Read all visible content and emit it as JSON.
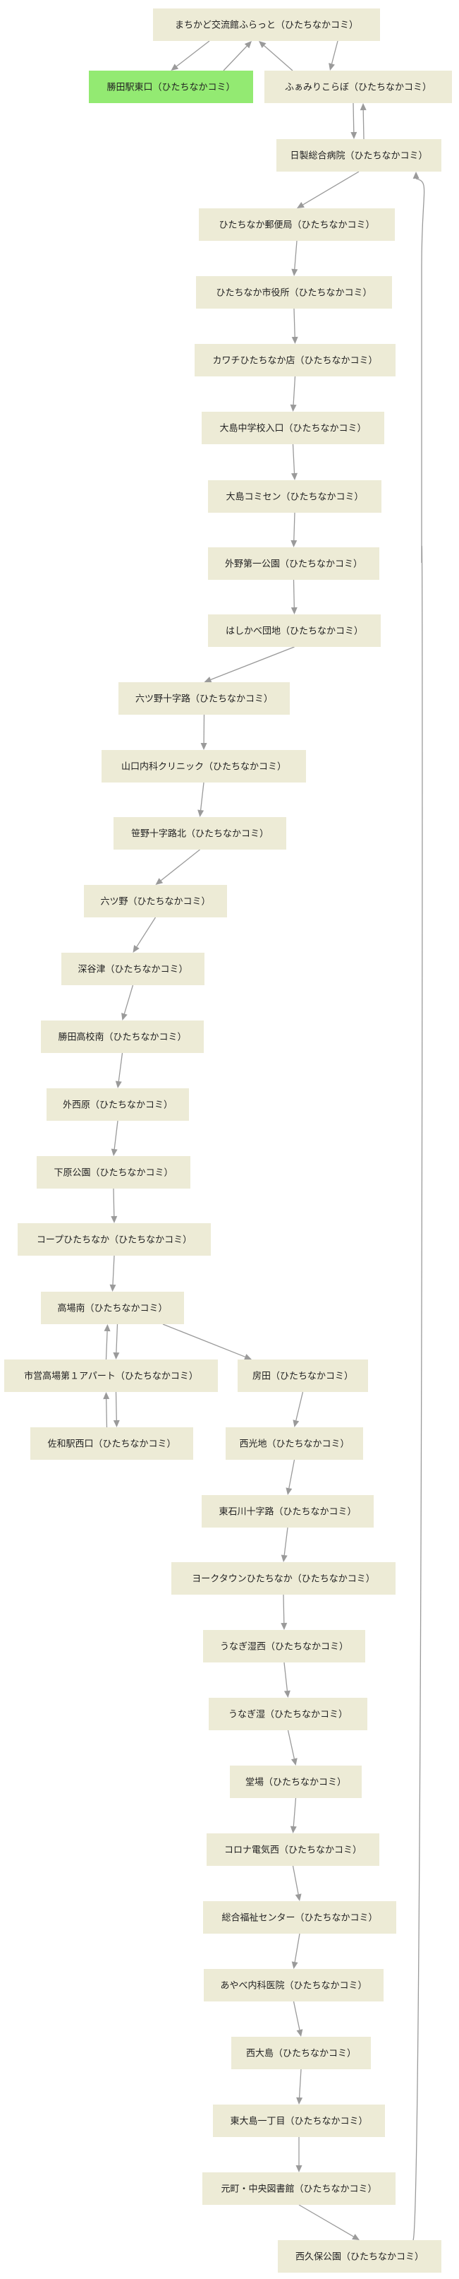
{
  "stops": [
    {
      "id": "machikado",
      "label": "まちかど交流館ふらっと（ひたちなかコミ）"
    },
    {
      "id": "katsuta-east",
      "label": "勝田駅東口（ひたちなかコミ）",
      "highlight": true
    },
    {
      "id": "fureai",
      "label": "ふぁみりこらぼ（ひたちなかコミ）"
    },
    {
      "id": "hitachi-hospital",
      "label": "日製総合病院（ひたちなかコミ）"
    },
    {
      "id": "post-office",
      "label": "ひたちなか郵便局（ひたちなかコミ）"
    },
    {
      "id": "city-hall",
      "label": "ひたちなか市役所（ひたちなかコミ）"
    },
    {
      "id": "kawachi",
      "label": "カワチひたちなか店（ひたちなかコミ）"
    },
    {
      "id": "oshima-jhs",
      "label": "大島中学校入口（ひたちなかコミ）"
    },
    {
      "id": "oshima-comm",
      "label": "大島コミセン（ひたちなかコミ）"
    },
    {
      "id": "sotono-park",
      "label": "外野第一公園（ひたちなかコミ）"
    },
    {
      "id": "hashikabe",
      "label": "はしかべ団地（ひたちなかコミ）"
    },
    {
      "id": "mutsuno-cross",
      "label": "六ツ野十字路（ひたちなかコミ）"
    },
    {
      "id": "yamaguchi",
      "label": "山口内科クリニック（ひたちなかコミ）"
    },
    {
      "id": "sasano-north",
      "label": "笹野十字路北（ひたちなかコミ）"
    },
    {
      "id": "mutsuno",
      "label": "六ツ野（ひたちなかコミ）"
    },
    {
      "id": "fukayatsu",
      "label": "深谷津（ひたちなかコミ）"
    },
    {
      "id": "katsuta-hs-south",
      "label": "勝田高校南（ひたちなかコミ）"
    },
    {
      "id": "sotonishihara",
      "label": "外西原（ひたちなかコミ）"
    },
    {
      "id": "shimohara-park",
      "label": "下原公園（ひたちなかコミ）"
    },
    {
      "id": "coop",
      "label": "コープひたちなか（ひたちなかコミ）"
    },
    {
      "id": "takaba-south",
      "label": "高場南（ひたちなかコミ）"
    },
    {
      "id": "takaba-apt",
      "label": "市営高場第１アパート（ひたちなかコミ）"
    },
    {
      "id": "sawa-west",
      "label": "佐和駅西口（ひたちなかコミ）"
    },
    {
      "id": "tsukuda",
      "label": "房田（ひたちなかコミ）"
    },
    {
      "id": "saikochi",
      "label": "西光地（ひたちなかコミ）"
    },
    {
      "id": "higashi-ishikawa",
      "label": "東石川十字路（ひたちなかコミ）"
    },
    {
      "id": "yorktown",
      "label": "ヨークタウンひたちなか（ひたちなかコミ）"
    },
    {
      "id": "unagibori-west",
      "label": "うなぎ湿西（ひたちなかコミ）"
    },
    {
      "id": "unagibori",
      "label": "うなぎ湿（ひたちなかコミ）"
    },
    {
      "id": "dofu",
      "label": "堂場（ひたちなかコミ）"
    },
    {
      "id": "corona-west",
      "label": "コロナ電気西（ひたちなかコミ）"
    },
    {
      "id": "welfare-center",
      "label": "総合福祉センター（ひたちなかコミ）"
    },
    {
      "id": "ayabe",
      "label": "あやべ内科医院（ひたちなかコミ）"
    },
    {
      "id": "nishi-oshima",
      "label": "西大島（ひたちなかコミ）"
    },
    {
      "id": "higashi-oshima1",
      "label": "東大島一丁目（ひたちなかコミ）"
    },
    {
      "id": "library",
      "label": "元町・中央図書館（ひたちなかコミ）"
    },
    {
      "id": "nishikubo-park",
      "label": "西久保公園（ひたちなかコミ）"
    }
  ],
  "edges": [
    [
      "machikado",
      "katsuta-east"
    ],
    [
      "katsuta-east",
      "machikado"
    ],
    [
      "machikado",
      "fureai"
    ],
    [
      "fureai",
      "machikado"
    ],
    [
      "fureai",
      "hitachi-hospital"
    ],
    [
      "hitachi-hospital",
      "fureai"
    ],
    [
      "hitachi-hospital",
      "post-office"
    ],
    [
      "post-office",
      "city-hall"
    ],
    [
      "city-hall",
      "kawachi"
    ],
    [
      "kawachi",
      "oshima-jhs"
    ],
    [
      "oshima-jhs",
      "oshima-comm"
    ],
    [
      "oshima-comm",
      "sotono-park"
    ],
    [
      "sotono-park",
      "hashikabe"
    ],
    [
      "hashikabe",
      "mutsuno-cross"
    ],
    [
      "mutsuno-cross",
      "yamaguchi"
    ],
    [
      "yamaguchi",
      "sasano-north"
    ],
    [
      "sasano-north",
      "mutsuno"
    ],
    [
      "mutsuno",
      "fukayatsu"
    ],
    [
      "fukayatsu",
      "katsuta-hs-south"
    ],
    [
      "katsuta-hs-south",
      "sotonishihara"
    ],
    [
      "sotonishihara",
      "shimohara-park"
    ],
    [
      "shimohara-park",
      "coop"
    ],
    [
      "coop",
      "takaba-south"
    ],
    [
      "takaba-south",
      "takaba-apt"
    ],
    [
      "takaba-apt",
      "takaba-south"
    ],
    [
      "takaba-apt",
      "sawa-west"
    ],
    [
      "sawa-west",
      "takaba-apt"
    ],
    [
      "takaba-south",
      "tsukuda"
    ],
    [
      "tsukuda",
      "saikochi"
    ],
    [
      "saikochi",
      "higashi-ishikawa"
    ],
    [
      "higashi-ishikawa",
      "yorktown"
    ],
    [
      "yorktown",
      "unagibori-west"
    ],
    [
      "unagibori-west",
      "unagibori"
    ],
    [
      "unagibori",
      "dofu"
    ],
    [
      "dofu",
      "corona-west"
    ],
    [
      "corona-west",
      "welfare-center"
    ],
    [
      "welfare-center",
      "ayabe"
    ],
    [
      "ayabe",
      "nishi-oshima"
    ],
    [
      "nishi-oshima",
      "higashi-oshima1"
    ],
    [
      "higashi-oshima1",
      "library"
    ],
    [
      "library",
      "nishikubo-park"
    ],
    [
      "nishikubo-park",
      "hitachi-hospital"
    ]
  ],
  "colors": {
    "node_fill": "#edebd6",
    "start_fill": "#93ea72",
    "edge": "#9a9a9a",
    "text": "#222222"
  }
}
